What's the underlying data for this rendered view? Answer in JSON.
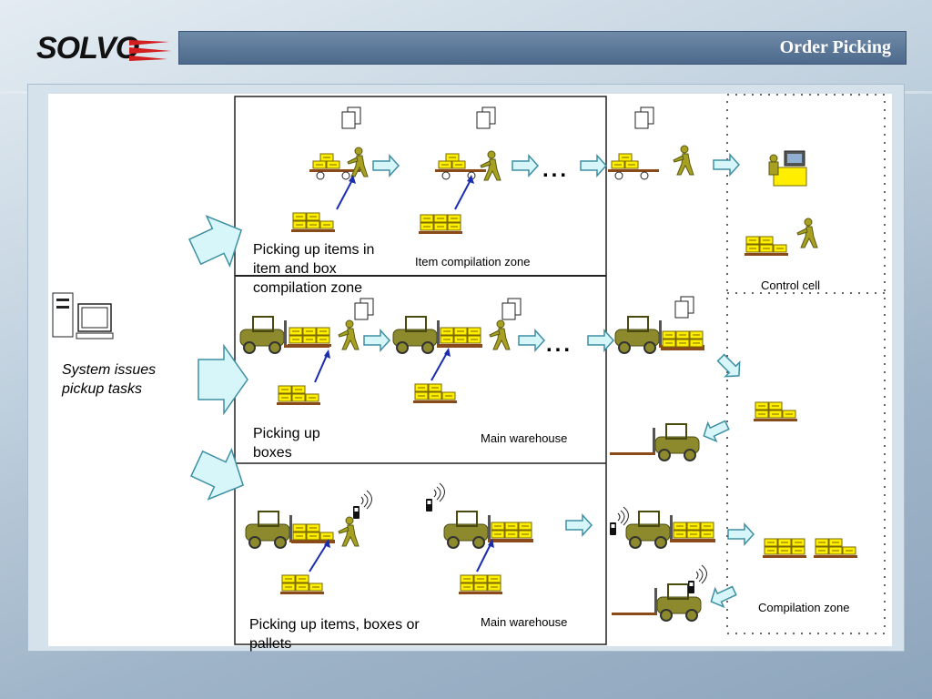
{
  "header": {
    "title": "Order Picking",
    "logo_text": "SOLVO"
  },
  "diagram": {
    "system_label": "System issues pickup tasks",
    "rows": [
      {
        "label": "Picking up items in item and box compilation zone",
        "zone_label": "Item compilation zone"
      },
      {
        "label": "Picking up boxes",
        "zone_label": "Main warehouse"
      },
      {
        "label": "Picking up items, boxes or pallets",
        "zone_label": "Main warehouse"
      }
    ],
    "control_cell_label": "Control cell",
    "compilation_zone_label": "Compilation zone",
    "ellipsis": "..."
  },
  "colors": {
    "header_bar": "#56718f",
    "box_fill": "#ffee00",
    "worker": "#a8a020",
    "forklift": "#8c8a2c",
    "arrow_fill": "#d6f6fa",
    "arrow_stroke": "#3d8fa3"
  }
}
